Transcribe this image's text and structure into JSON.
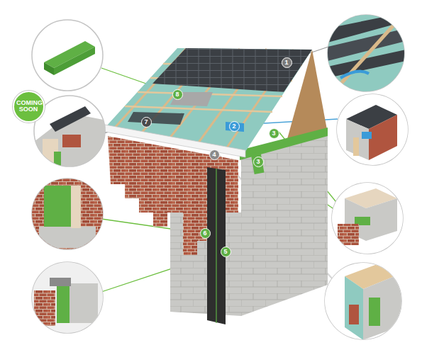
{
  "diagram": {
    "nodes": [
      {
        "text": [
          "COMING SOON"
        ]
      }
    ],
    "labels": [
      "1",
      "2",
      "3",
      "3",
      "4",
      "5",
      "6",
      "7",
      "8"
    ]
  }
}
